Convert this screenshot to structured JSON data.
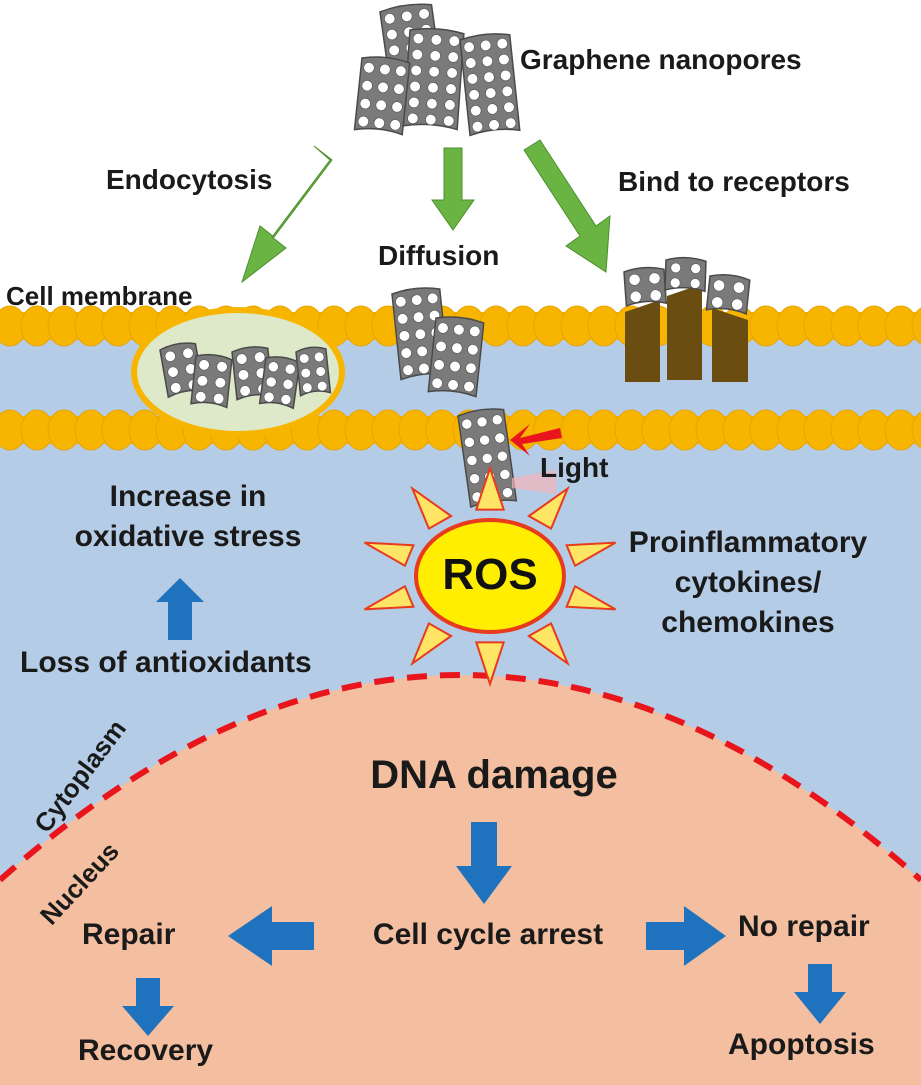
{
  "labels": {
    "graphene_nanopores": "Graphene nanopores",
    "endocytosis": "Endocytosis",
    "bind_to_receptors": "Bind to receptors",
    "diffusion": "Diffusion",
    "cell_membrane": "Cell membrane",
    "light": "Light",
    "increase_line1": "Increase in",
    "increase_line2": "oxidative stress",
    "loss_of_antioxidants": "Loss of antioxidants",
    "ros": "ROS",
    "proinflammatory_line1": "Proinflammatory",
    "proinflammatory_line2": "cytokines/",
    "proinflammatory_line3": "chemokines",
    "cytoplasm": "Cytoplasm",
    "nucleus": "Nucleus",
    "dna_damage": "DNA damage",
    "cell_cycle_arrest": "Cell cycle arrest",
    "repair": "Repair",
    "recovery": "Recovery",
    "no_repair": "No repair",
    "apoptosis": "Apoptosis"
  },
  "colors": {
    "cytoplasm_bg": "#b4cce6",
    "nucleus_bg": "#f4bfa0",
    "membrane_lipid": "#f7b500",
    "green_arrow": "#6ab443",
    "blue_arrow": "#1f72bd",
    "red_dashed": "#e8161c",
    "ros_fill": "#ffee00",
    "ray_fill": "#ffe566",
    "ray_stroke": "#e83a1d",
    "receptor": "#6b4d12",
    "graphene": "#7a7a7a"
  }
}
